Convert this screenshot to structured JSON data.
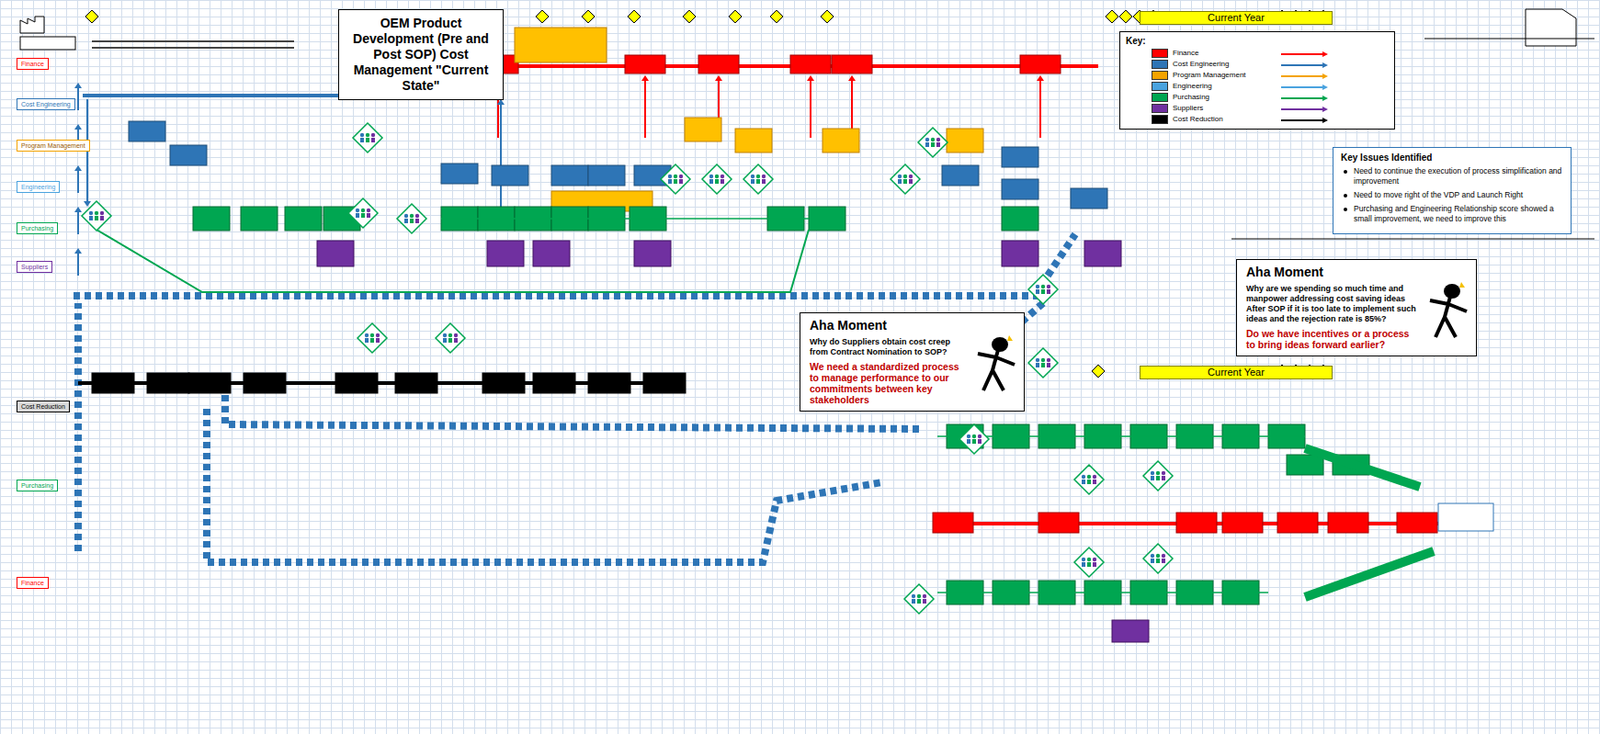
{
  "diagram": {
    "title": "OEM Product Development (Pre and Post SOP) Cost Management \"Current State\"",
    "nodes": [
      {
        "text": [
          "Current Year"
        ]
      },
      {
        "text": [
          "Key:"
        ]
      },
      {
        "text": [
          "Finance"
        ]
      },
      {
        "text": [
          "Cost Engineering"
        ]
      },
      {
        "text": [
          "Program Management"
        ]
      },
      {
        "text": [
          "Key Issues Identified",
          "Need to continue the execution of process simplification and improvement",
          "Need to move right of the VDP and Launch Right",
          "Purchasing and Engineering Relationship score showed a small improvement, we need to improve this"
        ]
      },
      {
        "text": [
          "Engineering"
        ]
      },
      {
        "text": [
          "Purchasing"
        ]
      },
      {
        "text": [
          "Suppliers"
        ]
      },
      {
        "text": [
          "Aha Moment",
          "Why are we spending so much time and manpower addressing cost saving ideas After SOP if it is too late to implement such ideas and the rejection rate is 85%?",
          "Do we have incentives or a process to bring ideas forward earlier?"
        ]
      },
      {
        "text": [
          "Aha Moment",
          "Why do Suppliers obtain cost creep from Contract Nomination to SOP?",
          "We need a standardized process to manage performance to our commitments between key stakeholders"
        ]
      },
      {
        "text": [
          "Cost Reduction"
        ]
      },
      {
        "text": [
          "Current Year"
        ]
      },
      {
        "text": [
          "Purchasing"
        ]
      },
      {
        "text": [
          "Finance"
        ]
      }
    ],
    "legend": [
      {
        "text": "Finance",
        "color": "#ff0000"
      },
      {
        "text": "Cost Engineering",
        "color": "#2e75b6"
      },
      {
        "text": "Program Management",
        "color": "#f4a300"
      },
      {
        "text": "Engineering",
        "color": "#4aa3df"
      },
      {
        "text": "Purchasing",
        "color": "#00a651"
      },
      {
        "text": "Suppliers",
        "color": "#7030a0"
      },
      {
        "text": "Cost Reduction",
        "color": "#000000"
      }
    ]
  }
}
